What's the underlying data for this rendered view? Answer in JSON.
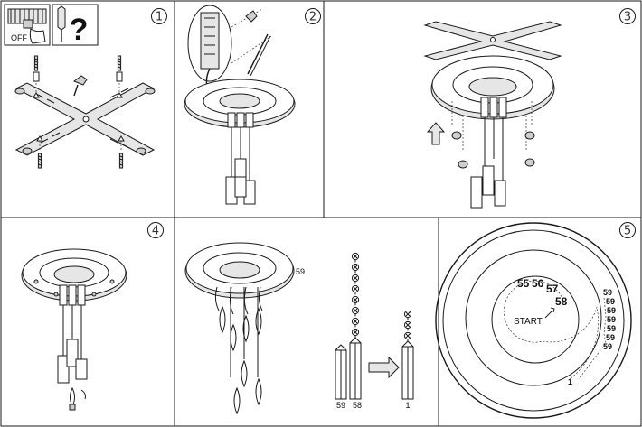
{
  "panels": {
    "p1": {
      "step": "1",
      "switch_label": "OFF",
      "help_mark": "?"
    },
    "p2": {
      "step": "2"
    },
    "p3": {
      "step": "3"
    },
    "p4": {
      "step": "4"
    },
    "p5": {
      "label_59": "59",
      "rod_labels": [
        "59",
        "58",
        "1"
      ]
    },
    "p6": {
      "step": "5",
      "sequence_labels": [
        "55",
        "56",
        "57",
        "58"
      ],
      "start_label": "START",
      "end_label": "1",
      "rim_labels": [
        "59",
        "59",
        "59",
        "59",
        "59",
        "59",
        "59"
      ]
    }
  }
}
